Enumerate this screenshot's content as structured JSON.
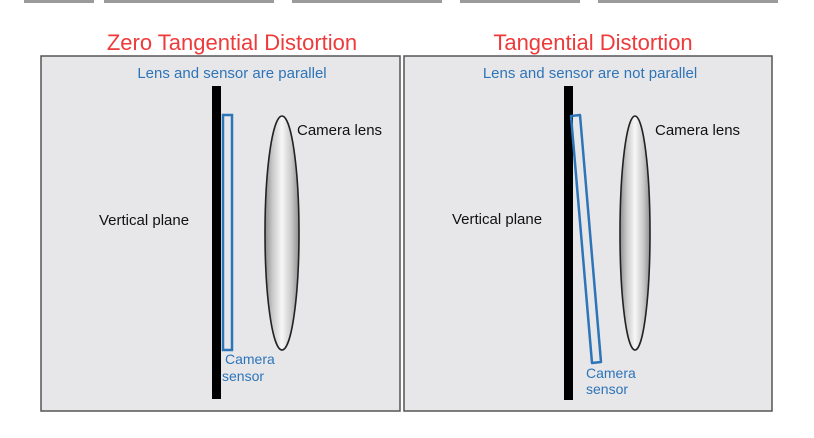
{
  "colors": {
    "title": "#ee3a3a",
    "subtitle": "#2d74b9",
    "sensor": "#2d74b9",
    "panel_fill": "#e7e7e9",
    "panel_border": "#555555",
    "plane": "#000000",
    "label": "#111111",
    "top_fragment": "#9b9b9b"
  },
  "panels": [
    {
      "title": "Zero Tangential Distortion",
      "subtitle": "Lens and sensor are parallel",
      "plane_label": "Vertical plane",
      "lens_label": "Camera lens",
      "sensor_label_line1": "Camera",
      "sensor_label_line2": "sensor"
    },
    {
      "title": "Tangential Distortion",
      "subtitle": "Lens and sensor are not parallel",
      "plane_label": "Vertical plane",
      "lens_label": "Camera lens",
      "sensor_label_line1": "Camera",
      "sensor_label_line2": "sensor"
    }
  ]
}
